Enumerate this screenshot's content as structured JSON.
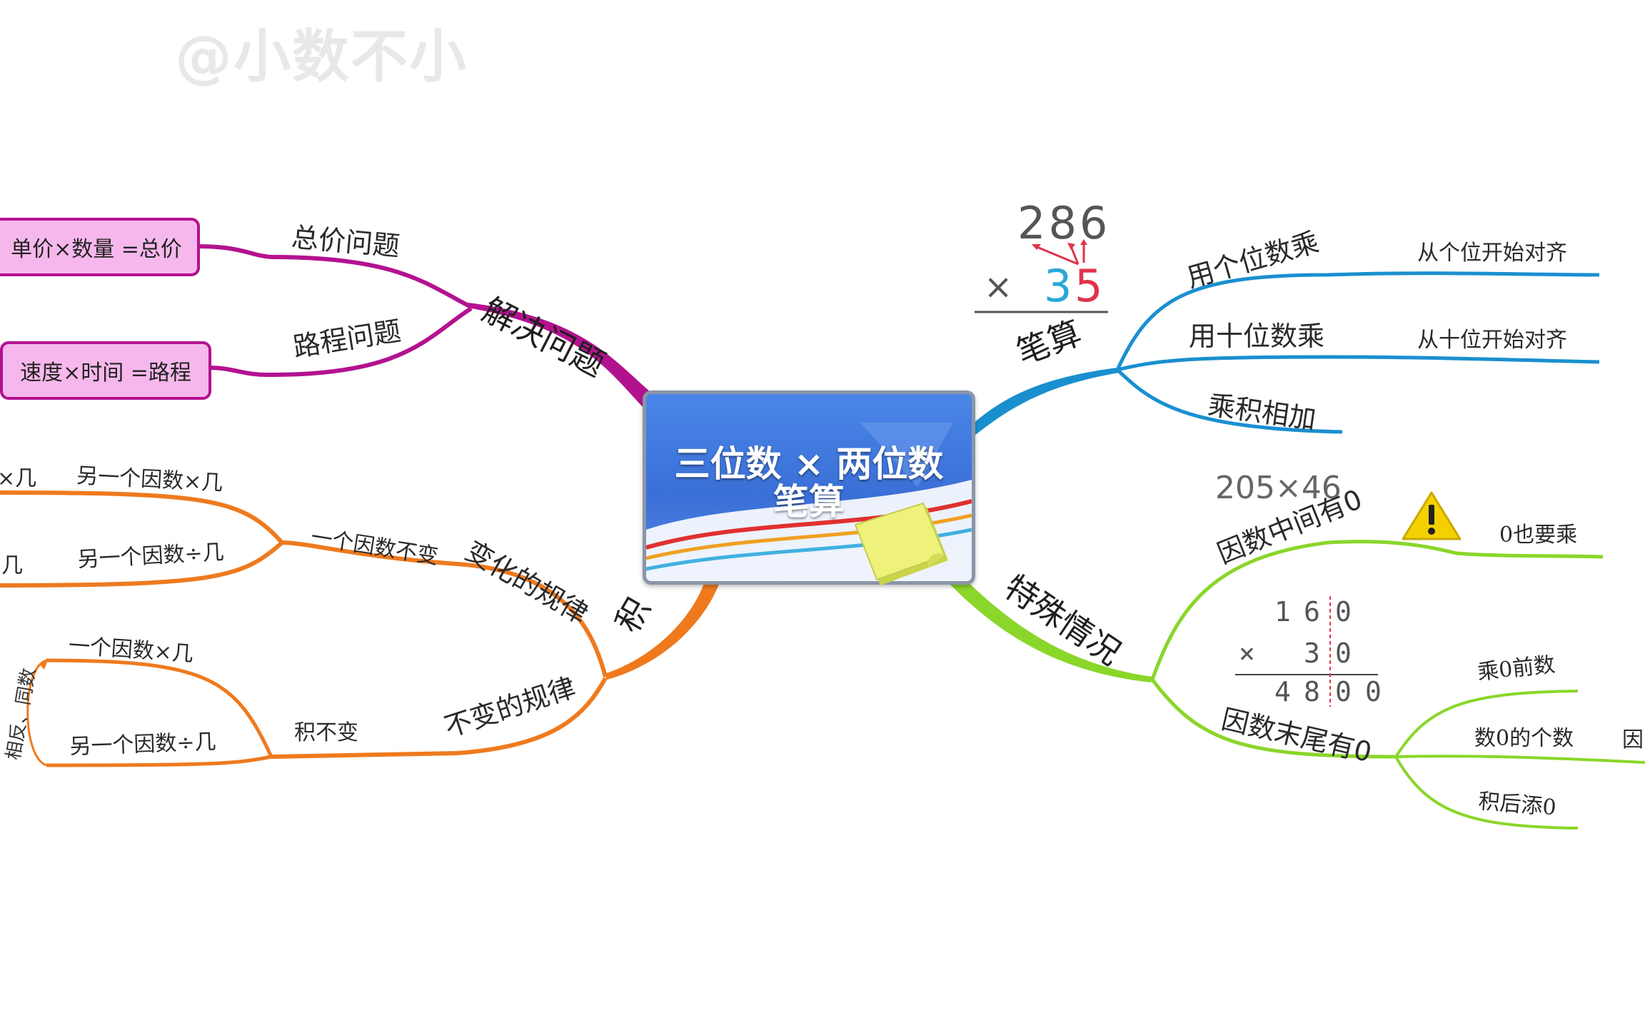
{
  "watermark": "@小数不小",
  "central": {
    "line1": "三位数 × 两位数",
    "line2": "笔算"
  },
  "branches": {
    "solve": {
      "label": "解决问题",
      "sub1": {
        "label": "总价问题",
        "box": "单价×数量 =总价"
      },
      "sub2": {
        "label": "路程问题",
        "box": "速度×时间 =路程"
      }
    },
    "product": {
      "label": "积",
      "change": {
        "label": "变化的规律",
        "one_factor": "一个因数不变",
        "leaf_top_left": "×几",
        "leaf_top": "另一个因数×几",
        "leaf_bottom_left": "几",
        "leaf_bottom": "另一个因数÷几"
      },
      "nochange": {
        "label": "不变的规律",
        "sub": "积不变",
        "leaf_top": "一个因数×几",
        "leaf_bottom": "另一个因数÷几",
        "side": "相反、同数"
      }
    },
    "written": {
      "label": "笔算",
      "example_top": "286",
      "example_times": "×",
      "example_bottom_a": "3",
      "example_bottom_b": "5",
      "sub1": {
        "label": "用个位数乘",
        "leaf": "从个位开始对齐"
      },
      "sub2": {
        "label": "用十位数乘",
        "leaf": "从十位开始对齐"
      },
      "sub3": {
        "label": "乘积相加"
      }
    },
    "special": {
      "label": "特殊情况",
      "example_expr": "205×46",
      "mid": {
        "label": "因数中间有0",
        "leaf": "0也要乘",
        "warning_icon": "warning-icon"
      },
      "end": {
        "label": "因数末尾有0",
        "leaf1": "乘0前数",
        "leaf2": "数0的个数",
        "leaf2_cut": "因",
        "leaf3": "积后添0"
      },
      "vertical": {
        "row1": [
          "1",
          "6",
          "0"
        ],
        "times": "×",
        "row2": [
          "3",
          "0"
        ],
        "row3": [
          "4",
          "8",
          "0",
          "0"
        ]
      }
    }
  },
  "colors": {
    "magenta": "#b3128f",
    "orange": "#ef7a1e",
    "blue": "#1a8fd0",
    "green": "#8ad62a",
    "pinkfill": "#f6b8ec"
  }
}
